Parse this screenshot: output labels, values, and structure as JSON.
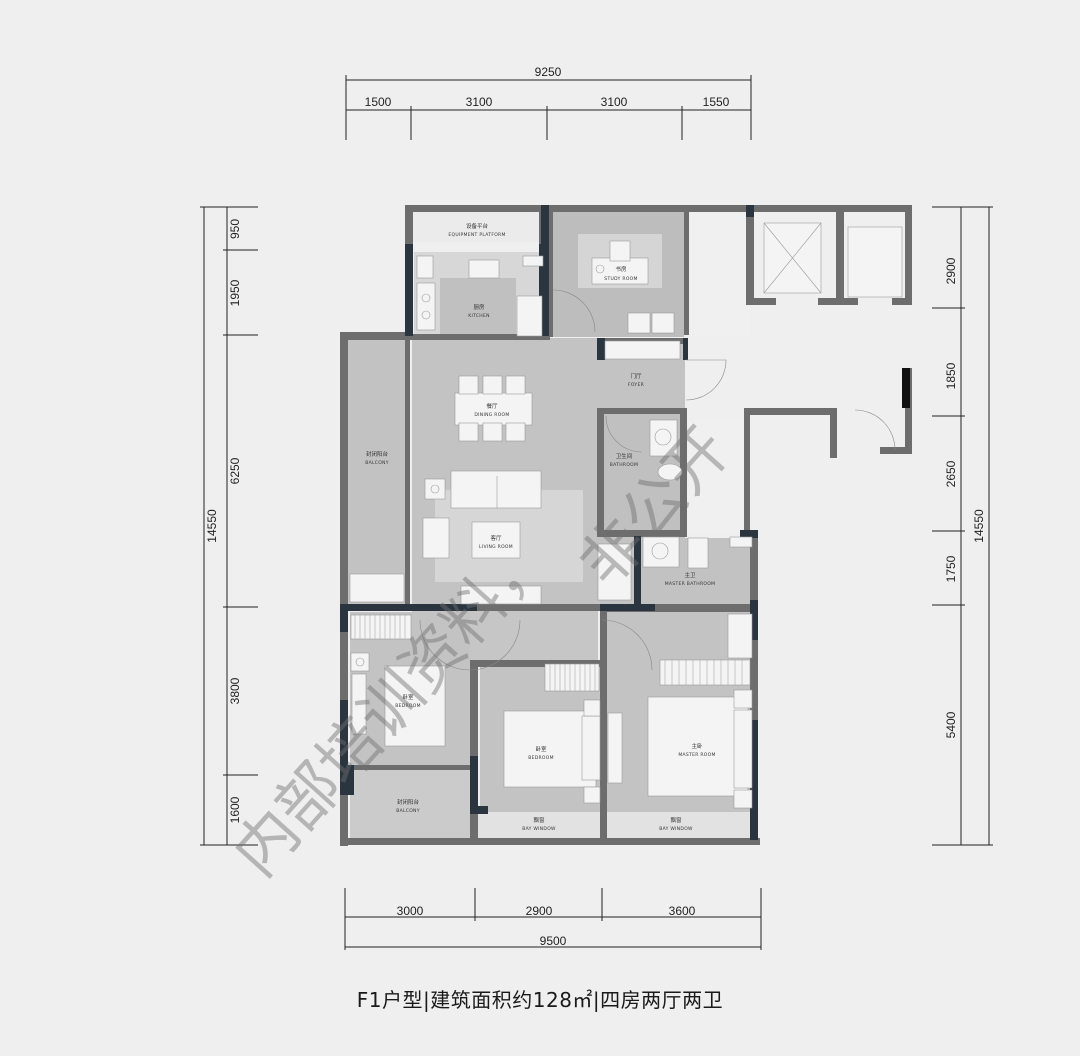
{
  "caption": "F1户型|建筑面积约128㎡|四房两厅两卫",
  "colors": {
    "background": "#efefef",
    "wall_dark": "#2a3540",
    "wall_gray": "#6d6d6d",
    "floor_main": "#c4c4c4",
    "floor_light": "#d9d9d9",
    "furniture": "#f4f4f4",
    "dim_line": "#222222"
  },
  "dimensions": {
    "top_total": "9250",
    "top_segments": [
      "1500",
      "3100",
      "3100",
      "1550"
    ],
    "bottom_total": "9500",
    "bottom_segments": [
      "3000",
      "2900",
      "3600"
    ],
    "left_total": "14550",
    "left_segments": [
      "950",
      "1950",
      "6250",
      "3800",
      "1600"
    ],
    "right_total": "14550",
    "right_segments": [
      "2900",
      "1850",
      "2650",
      "1750",
      "5400"
    ]
  },
  "rooms": {
    "equipment_platform": {
      "cn": "设备平台",
      "en": "EQUIPMENT PLATFORM"
    },
    "kitchen": {
      "cn": "厨房",
      "en": "KITCHEN"
    },
    "study": {
      "cn": "书房",
      "en": "STUDY ROOM"
    },
    "foyer": {
      "cn": "门厅",
      "en": "FOYER"
    },
    "dining": {
      "cn": "餐厅",
      "en": "DINING ROOM"
    },
    "living": {
      "cn": "客厅",
      "en": "LIVING ROOM"
    },
    "balcony_main": {
      "cn": "封闭阳台",
      "en": "BALCONY"
    },
    "bathroom": {
      "cn": "卫生间",
      "en": "BATHROOM"
    },
    "master_bathroom": {
      "cn": "主卫",
      "en": "MASTER BATHROOM"
    },
    "bedroom_left": {
      "cn": "卧室",
      "en": "BEDROOM"
    },
    "bedroom_mid": {
      "cn": "卧室",
      "en": "BEDROOM"
    },
    "master_room": {
      "cn": "主卧",
      "en": "MASTER ROOM"
    },
    "balcony_bottom": {
      "cn": "封闭阳台",
      "en": "BALCONY"
    },
    "bay_window_mid": {
      "cn": "飘窗",
      "en": "BAY WINDOW"
    },
    "bay_window_right": {
      "cn": "飘窗",
      "en": "BAY WINDOW"
    }
  },
  "watermark": {
    "left": "内部培训资料，",
    "right": "非公开"
  }
}
